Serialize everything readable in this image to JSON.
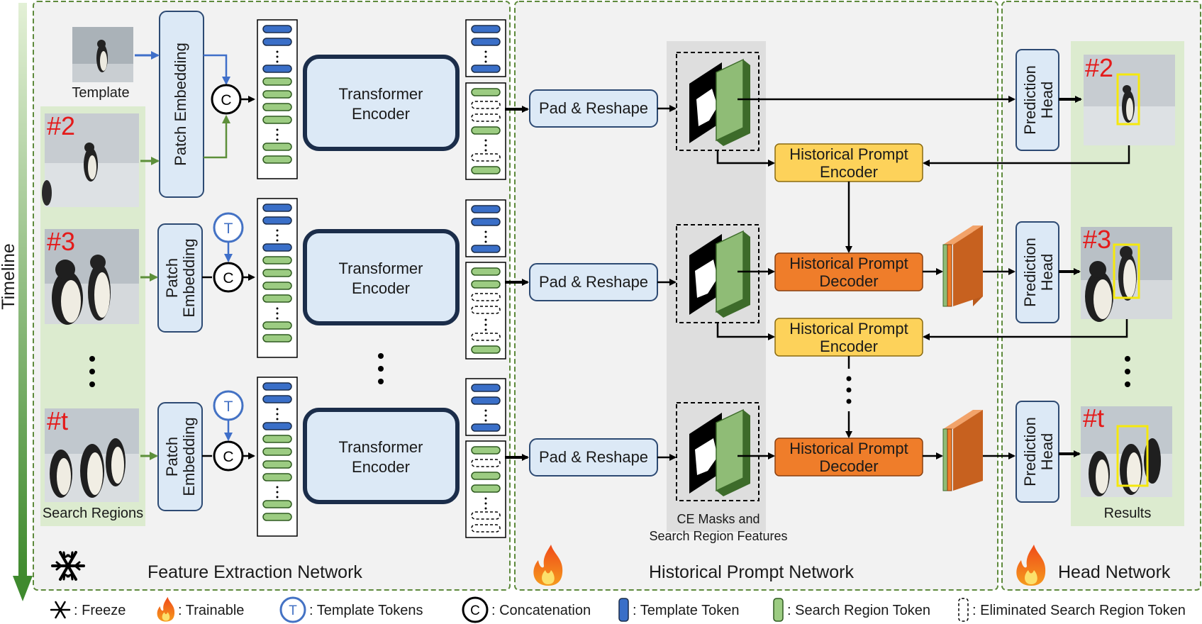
{
  "colors": {
    "panel_bg": "#f2f2f2",
    "panel_border": "#5e8a3c",
    "green_bg": "#dcebcf",
    "blue_box": "#dce9f6",
    "blue_box_border": "#2d4a73",
    "encoder_border": "#1b2d4a",
    "template_token": "#3a6fc8",
    "search_token": "#9ccc82",
    "yellow_box": "#fdd25a",
    "orange_box": "#ef7d2a",
    "red_label": "#e41a1a",
    "timeline": "#5b9a3c"
  },
  "timeline": {
    "label": "Timeline"
  },
  "panels": {
    "feature": {
      "title": "Feature Extraction Network",
      "icon": "snowflake-icon"
    },
    "historical": {
      "title": "Historical Prompt Network",
      "icon": "fire-icon"
    },
    "head": {
      "title": "Head Network",
      "icon": "fire-icon"
    }
  },
  "labels": {
    "template": "Template",
    "search_regions": "Search Regions",
    "results": "Results",
    "ce_masks_line1": "CE Masks and",
    "ce_masks_line2": "Search Region Features"
  },
  "frames": [
    "#2",
    "#3",
    "#t"
  ],
  "blocks": {
    "patch_embedding": "Patch Embedding",
    "patch_line1": "Patch",
    "patch_line2": "Embedding",
    "encoder_line1": "Transformer",
    "encoder_line2": "Encoder",
    "pad_reshape": "Pad & Reshape",
    "hp_enc_line1": "Historical Prompt",
    "hp_enc_line2": "Encoder",
    "hp_dec_line1": "Historical Prompt",
    "hp_dec_line2": "Decoder",
    "pred_line1": "Prediction",
    "pred_line2": "Head",
    "concat_symbol": "C",
    "template_symbol": "T"
  },
  "legend": [
    {
      "icon": "snowflake-icon",
      "text": ": Freeze"
    },
    {
      "icon": "fire-icon",
      "text": ": Trainable"
    },
    {
      "icon": "template-tokens-icon",
      "text": ": Template Tokens"
    },
    {
      "icon": "concatenation-icon",
      "text": ": Concatenation"
    },
    {
      "icon": "template-token-icon",
      "text": ": Template Token"
    },
    {
      "icon": "search-region-token-icon",
      "text": ": Search Region Token"
    },
    {
      "icon": "eliminated-token-icon",
      "text": ": Eliminated Search Region Token"
    }
  ]
}
